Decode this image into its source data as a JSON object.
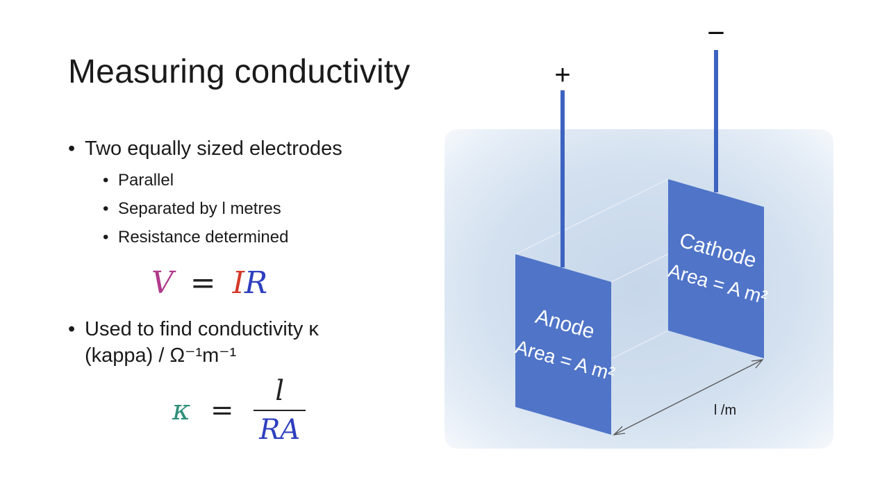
{
  "slide": {
    "title": "Measuring conductivity",
    "bullets": {
      "b1": "Two equally sized electrodes",
      "b1_sub1": "Parallel",
      "b1_sub2": "Separated by l metres",
      "b1_sub3": "Resistance determined",
      "b2_line1": "Used to find conductivity κ",
      "b2_line2": "(kappa) / Ω⁻¹m⁻¹"
    },
    "equation1": {
      "V": "V",
      "eq": "=",
      "I": "I",
      "R": "R"
    },
    "equation2": {
      "kappa": "κ",
      "eq": "=",
      "numerator": "l",
      "denominator": "RA"
    }
  },
  "diagram": {
    "plus_sign": "+",
    "minus_sign": "−",
    "anode_name": "Anode",
    "anode_area": "Area = A m²",
    "cathode_name": "Cathode",
    "cathode_area": "Area = A m²",
    "distance_label": "l /m"
  },
  "colors": {
    "plate": "#4f74c8",
    "wire": "#3d63c0",
    "V": "#b03a8c",
    "I": "#d23a2a",
    "R": "#2d3fbf",
    "kappa": "#2f8f7a",
    "background": "#c9d9ec"
  }
}
